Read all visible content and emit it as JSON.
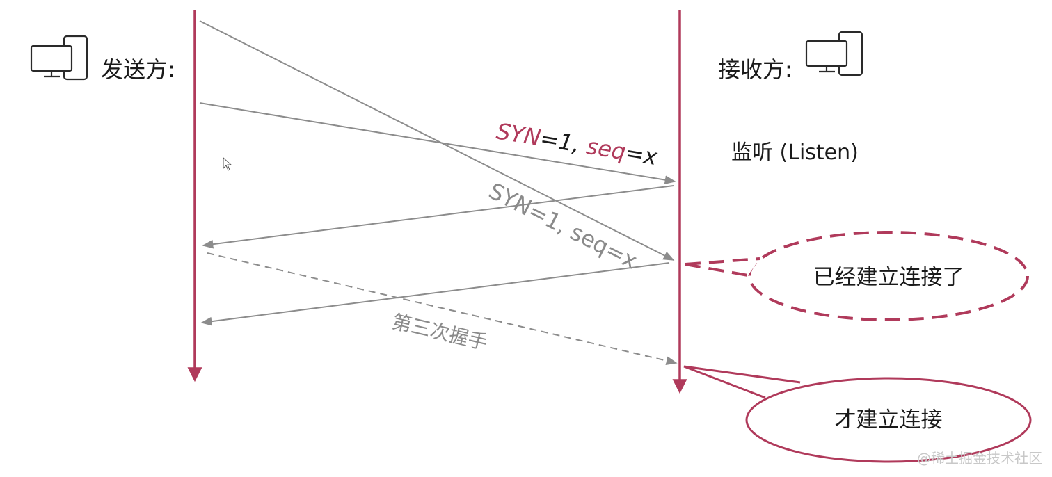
{
  "sender": {
    "label": "发送方:"
  },
  "receiver": {
    "label": "接收方:",
    "state": "监听 (Listen)"
  },
  "messages": [
    {
      "syn": "SYN",
      "syn_val": "=1, ",
      "seq": "seq",
      "seq_val": "=x"
    },
    {
      "text": "SYN=1, seq=x"
    },
    {
      "text": "第三次握手"
    }
  ],
  "bubbles": [
    {
      "text": "已经建立连接了"
    },
    {
      "text": "才建立连接"
    }
  ],
  "watermark": "@稀土掘金技术社区",
  "colors": {
    "accent": "#b03a5b",
    "arrow": "#8c8c8c",
    "text": "#1a1a1a",
    "muted": "#8a8a8a"
  }
}
